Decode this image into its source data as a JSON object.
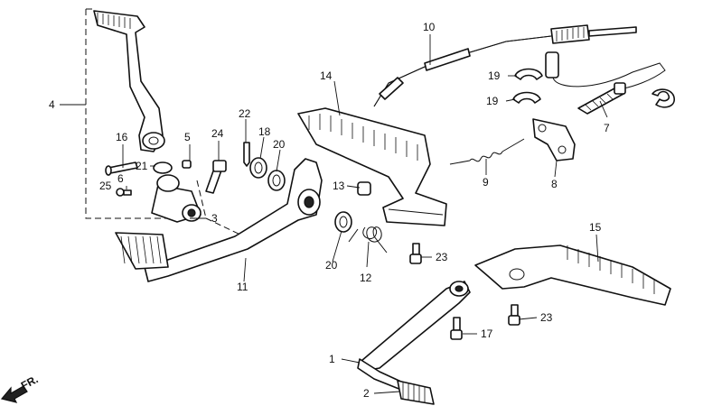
{
  "callouts": {
    "c1": "1",
    "c2": "2",
    "c3": "3",
    "c4": "4",
    "c5": "5",
    "c6": "6",
    "c7": "7",
    "c8": "8",
    "c9": "9",
    "c10": "10",
    "c11": "11",
    "c12": "12",
    "c13": "13",
    "c14": "14",
    "c15": "15",
    "c16": "16",
    "c17": "17",
    "c18": "18",
    "c19a": "19",
    "c19b": "19",
    "c20a": "20",
    "c20b": "20",
    "c21": "21",
    "c22": "22",
    "c23a": "23",
    "c23b": "23",
    "c24": "24",
    "c25": "25"
  },
  "direction": {
    "label": "FR."
  }
}
